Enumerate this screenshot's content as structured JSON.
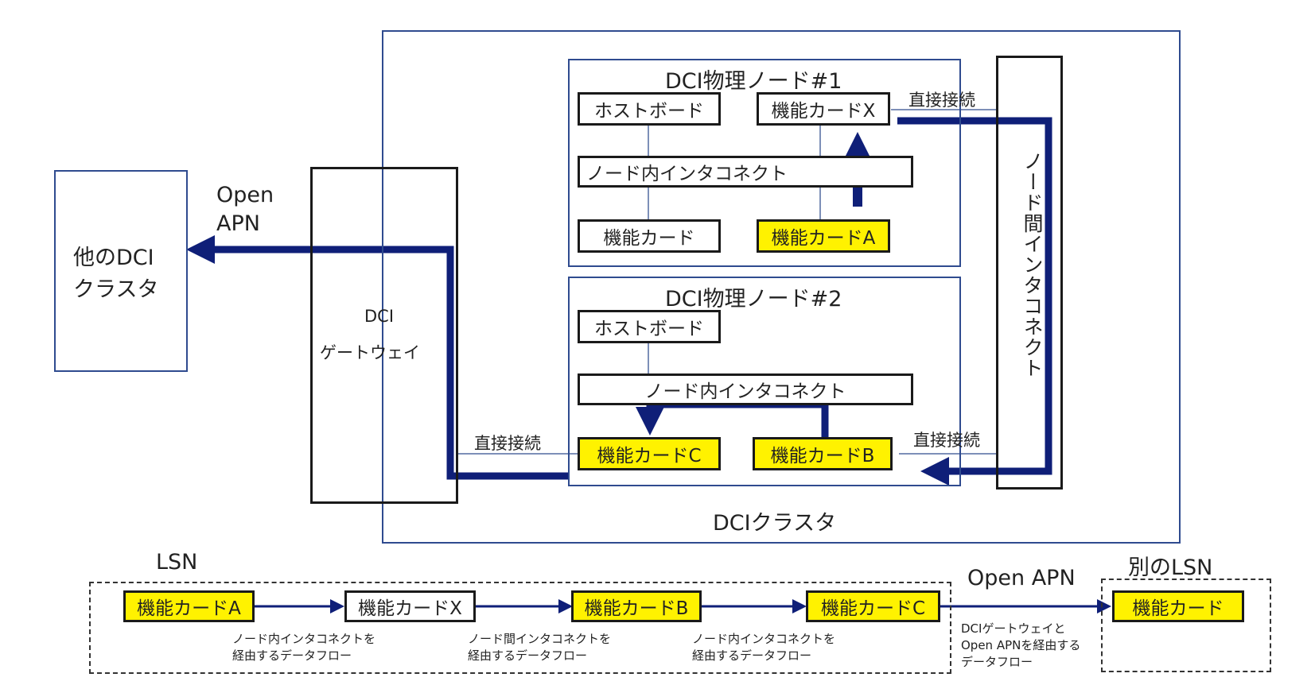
{
  "colors": {
    "flow": "#0f1f78",
    "highlight": "#fff200",
    "frame": "#2f4b8f",
    "link": "#7d8fb8"
  },
  "other_cluster": {
    "label_line1": "他のDCI",
    "label_line2": "クラスタ"
  },
  "open_apn_top": {
    "line1": "Open",
    "line2": "APN"
  },
  "gateway": {
    "line1": "DCI",
    "line2": "ゲートウェイ"
  },
  "cluster_label": "DCIクラスタ",
  "node1": {
    "title": "DCI物理ノード#1",
    "host_board": "ホストボード",
    "card_x": "機能カードX",
    "interconnect": "ノード内インタコネクト",
    "card_plain": "機能カード",
    "card_a": "機能カードA"
  },
  "node2": {
    "title": "DCI物理ノード#2",
    "host_board": "ホストボード",
    "interconnect": "ノード内インタコネクト",
    "card_c": "機能カードC",
    "card_b": "機能カードB"
  },
  "inter_node": "ノード間インタコネクト",
  "direct_link_1": "直接接続",
  "direct_link_2": "直接接続",
  "direct_link_3": "直接接続",
  "lsn": {
    "title": "LSN",
    "cards": [
      "機能カードA",
      "機能カードX",
      "機能カードB",
      "機能カードC"
    ],
    "flows": [
      {
        "line1": "ノード内インタコネクトを",
        "line2": "経由するデータフロー"
      },
      {
        "line1": "ノード間インタコネクトを",
        "line2": "経由するデータフロー"
      },
      {
        "line1": "ノード内インタコネクトを",
        "line2": "経由するデータフロー"
      }
    ]
  },
  "open_apn_bottom": "Open APN",
  "gateway_flow": {
    "line1": "DCIゲートウェイと",
    "line2": "Open APNを経由する",
    "line3": "データフロー"
  },
  "other_lsn": {
    "title": "別のLSN",
    "card": "機能カード"
  }
}
